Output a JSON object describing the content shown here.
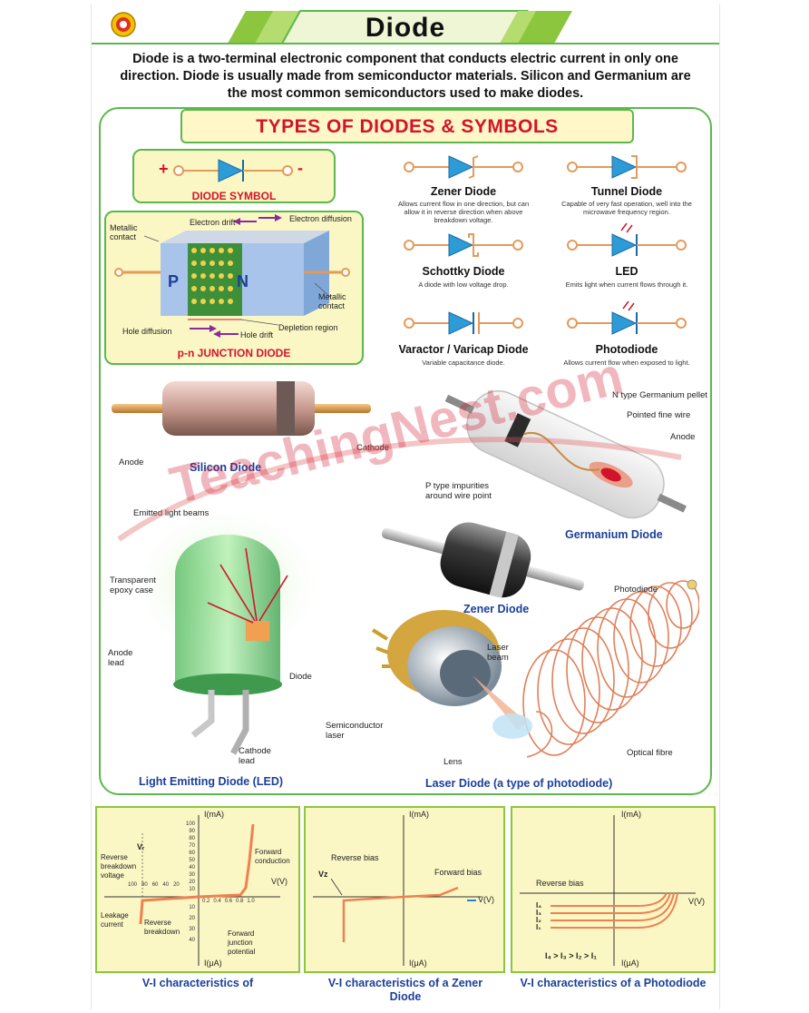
{
  "title": "Diode",
  "intro": "Diode is a two-terminal electronic component that conducts electric current in only one direction. Diode is usually made from semiconductor materials. Silicon and Germanium are the most common semiconductors used to make diodes.",
  "section_title": "TYPES OF DIODES & SYMBOLS",
  "diode_symbol": {
    "label": "DIODE SYMBOL",
    "plus": "+",
    "minus": "-"
  },
  "pn_junction": {
    "label": "p-n JUNCTION DIODE",
    "p": "P",
    "n": "N",
    "metallic_contact_left": "Metallic contact",
    "metallic_contact_right": "Metallic contact",
    "electron_drift": "Electron drift",
    "electron_diffusion": "Electron diffusion",
    "hole_diffusion": "Hole diffusion",
    "hole_drift": "Hole drift",
    "depletion_region": "Depletion region"
  },
  "diode_types": [
    {
      "name": "Zener Diode",
      "desc": "Allows current flow in one direction, but can allow it in reverse direction when above breakdown voltage."
    },
    {
      "name": "Tunnel Diode",
      "desc": "Capable of very fast operation, well into the microwave frequency region."
    },
    {
      "name": "Schottky Diode",
      "desc": "A diode with low voltage drop."
    },
    {
      "name": "LED",
      "desc": "Emits light when current flows through it."
    },
    {
      "name": "Varactor / Varicap Diode",
      "desc": "Variable capacitance diode."
    },
    {
      "name": "Photodiode",
      "desc": "Allows current flow when exposed to light."
    }
  ],
  "silicon": {
    "label": "Silicon Diode",
    "anode": "Anode",
    "cathode": "Cathode"
  },
  "germanium": {
    "label": "Germanium Diode",
    "pellet": "N type Germanium pellet",
    "wire": "Pointed fine wire",
    "anode": "Anode",
    "impurities": "P type impurities around wire point"
  },
  "zener_photo": {
    "label": "Zener Diode"
  },
  "led": {
    "label": "Light Emitting Diode (LED)",
    "beams": "Emitted light beams",
    "epoxy": "Transparent epoxy case",
    "anode_lead": "Anode lead",
    "diode": "Diode",
    "cathode_lead": "Cathode lead"
  },
  "laser": {
    "label": "Laser Diode (a type of photodiode)",
    "photodiode": "Photodiode",
    "beam": "Laser beam",
    "semiconductor": "Semiconductor laser",
    "lens": "Lens",
    "fibre": "Optical fibre"
  },
  "graphs": [
    {
      "caption": "V-I characteristics of",
      "ytop": "I(mA)",
      "ybottom": "I(μA)",
      "xlabel": "V(V)",
      "vr": "Vᵣ",
      "reverse_breakdown_voltage": "Reverse breakdown voltage",
      "forward_conduction": "Forward conduction",
      "leakage": "Leakage current",
      "reverse_breakdown": "Reverse breakdown",
      "forward_junction": "Forward junction potential",
      "y_ticks_pos": [
        "100",
        "90",
        "80",
        "70",
        "60",
        "50",
        "40",
        "30",
        "20",
        "10"
      ],
      "y_ticks_neg": [
        "10",
        "20",
        "30",
        "40"
      ],
      "x_ticks_neg": [
        "100",
        "80",
        "60",
        "40",
        "20"
      ],
      "x_ticks_pos": [
        "0.2",
        "0.4",
        "0.6",
        "0.8",
        "1.0"
      ]
    },
    {
      "caption": "V-I characteristics of a Zener Diode",
      "ytop": "I(mA)",
      "ybottom": "I(μA)",
      "xlabel": "V(V)",
      "reverse_bias": "Reverse bias",
      "forward_bias": "Forward bias",
      "vz": "Vz"
    },
    {
      "caption": "V-I characteristics of a Photodiode",
      "ytop": "I(mA)",
      "ybottom": "I(μA)",
      "xlabel": "V(V)",
      "reverse_bias": "Reverse bias",
      "currents": [
        "I₄",
        "I₃",
        "I₂",
        "I₁"
      ],
      "relation": "I₄ > I₃ > I₂ > I₁"
    }
  ],
  "watermark": "TeachingNest.com",
  "colors": {
    "accent_green": "#5bb84d",
    "title_red": "#d2142a",
    "caption_blue": "#1b3f9a",
    "panel_yellow": "#fbf7c4"
  }
}
